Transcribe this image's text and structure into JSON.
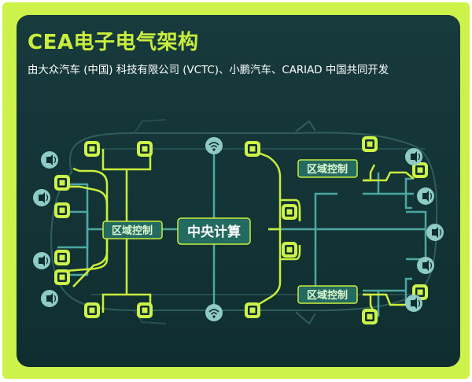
{
  "header": {
    "title": "CEA电子电气架构",
    "subtitle": "由大众汽车 (中国) 科技有限公司 (VCTC)、小鹏汽车、CARIAD 中国共同开发"
  },
  "diagram": {
    "central_unit": "中央计算",
    "zone_controllers": {
      "left": "区域控制",
      "right_front": "区域控制",
      "right_rear": "区域控制"
    }
  },
  "colors": {
    "accent_green": "#c9ee3e",
    "panel_bg": "#163638",
    "teal": "#4fa7a3",
    "zone_box": "#236a60"
  },
  "icons": {
    "ecu": "ecu-chip-icon",
    "sensor": "sensor-icon",
    "wifi": "wireless-icon"
  }
}
